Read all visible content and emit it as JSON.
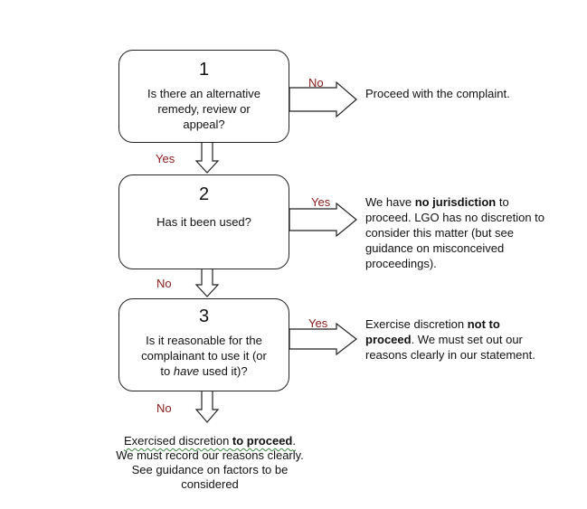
{
  "box1": {
    "number": "1",
    "question": "Is there an alternative remedy, review or appeal?"
  },
  "box2": {
    "number": "2",
    "question": "Has it been used?"
  },
  "box3": {
    "number": "3",
    "question_a": "Is it reasonable for the complainant to use it (or to ",
    "question_em": "have",
    "question_b": " used it)?"
  },
  "labels": {
    "no1": "No",
    "yes1": "Yes",
    "yes2": "Yes",
    "no2": "No",
    "yes3": "Yes",
    "no3": "No"
  },
  "outcome1": {
    "text": "Proceed with the complaint."
  },
  "outcome2": {
    "pre": "We have ",
    "bold": "no jurisdiction",
    "post": " to proceed.  LGO has no discretion to consider this matter (but see guidance on misconceived proceedings)."
  },
  "outcome3": {
    "pre": "Exercise discretion ",
    "bold": "not to proceed",
    "post": ".  We must set out our reasons clearly in our statement."
  },
  "final": {
    "pre": "Exercised discretion ",
    "bold": "to proceed",
    "post": ".",
    "rest": "We must record our reasons clearly. See guidance on factors to be considered"
  },
  "colors": {
    "label_red": "#8b1a1a",
    "border": "#222222",
    "squiggle": "#3a8a3a"
  }
}
